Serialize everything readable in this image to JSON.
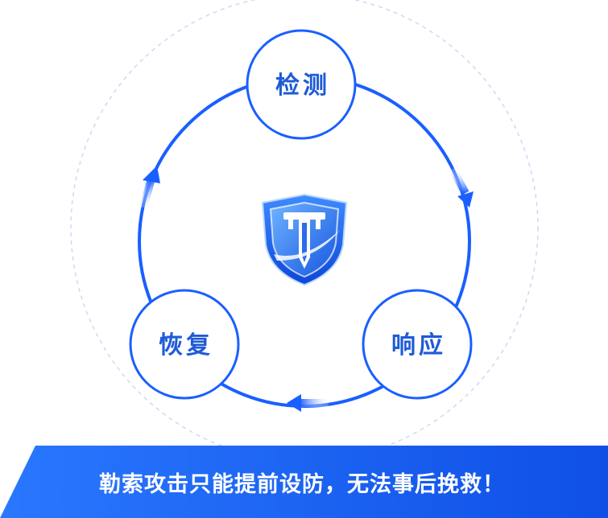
{
  "nodes": {
    "detect": "检测",
    "respond": "响应",
    "recover": "恢复"
  },
  "banner": {
    "text": "勒索攻击只能提前设防，无法事后挽救！"
  },
  "colors": {
    "primary": "#1a5fff",
    "node_text": "#1e5bd6",
    "dashed": "#c8d8f2",
    "banner_start": "#1f6bff",
    "banner_end": "#0f4fe6",
    "banner_text": "#ffffff"
  },
  "icons": {
    "center": "shield-sword-icon"
  }
}
